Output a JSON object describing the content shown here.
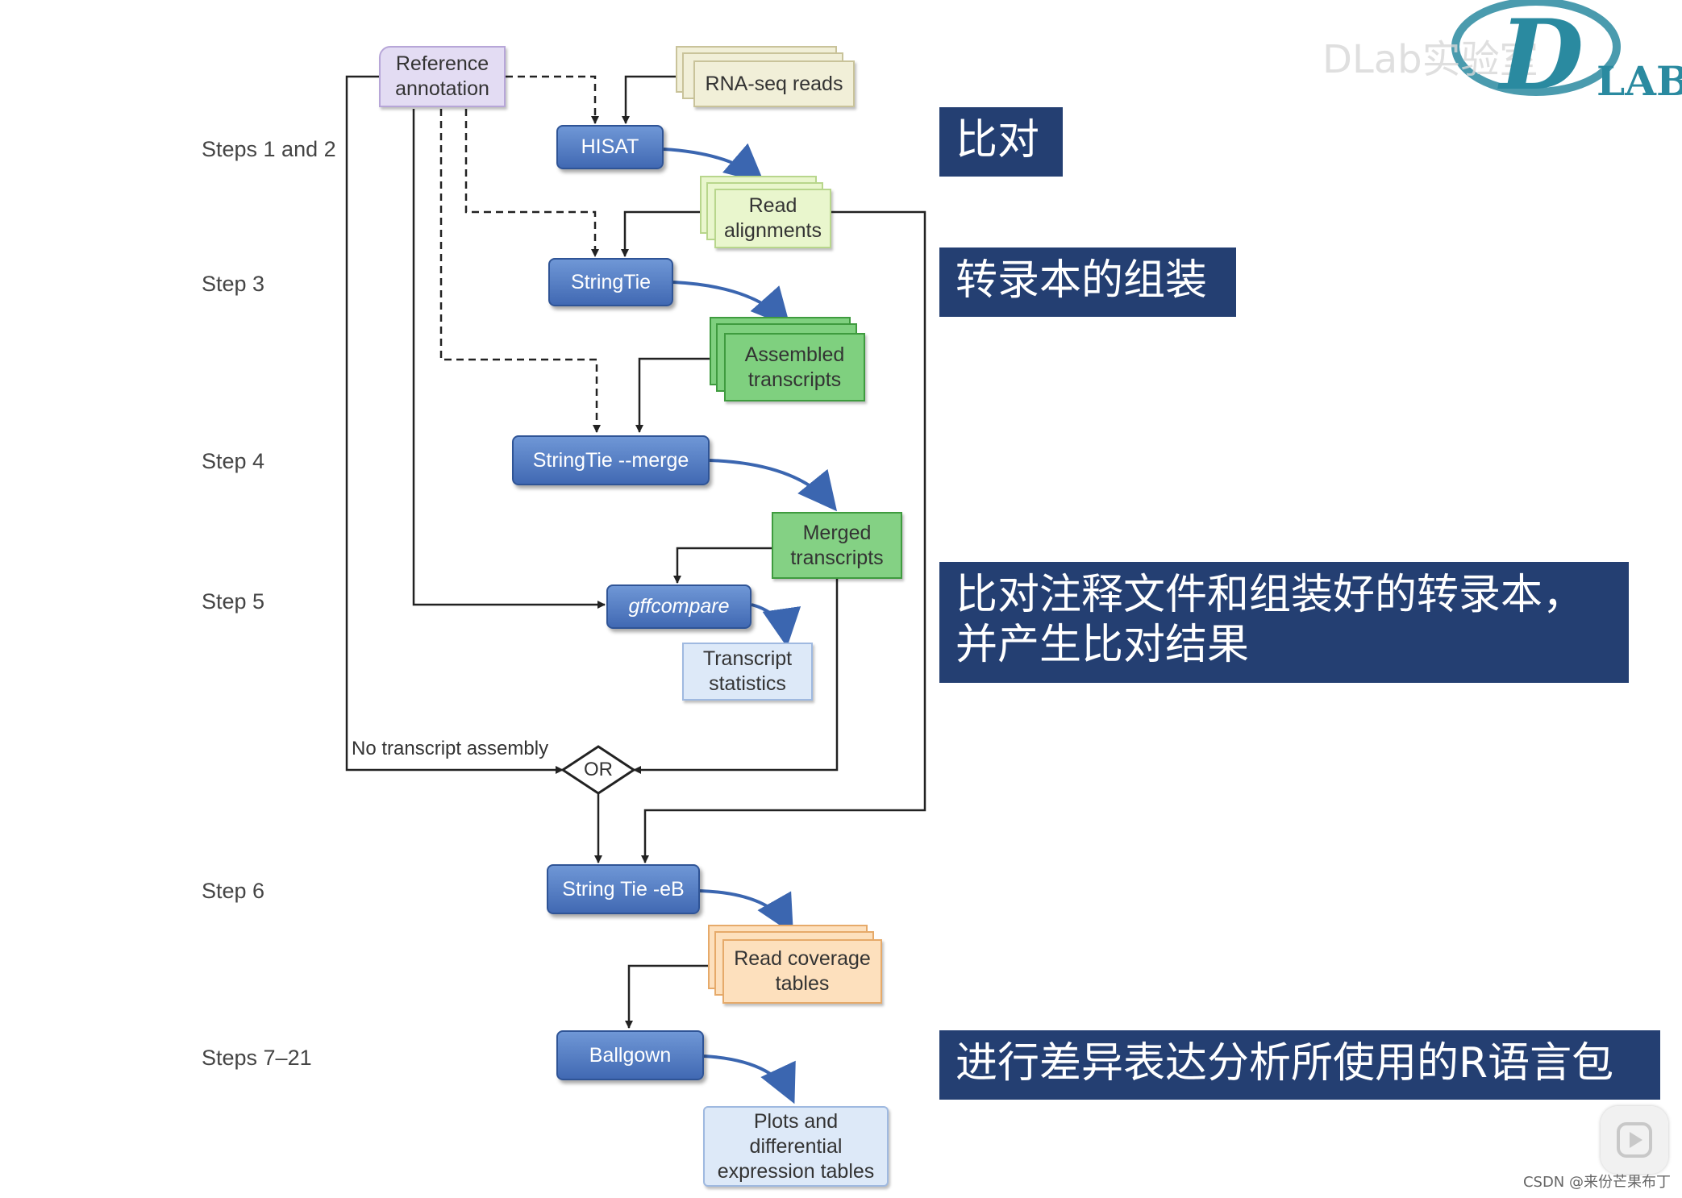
{
  "steps": {
    "s12": "Steps 1 and 2",
    "s3": "Step 3",
    "s4": "Step 4",
    "s5": "Step 5",
    "s6": "Step 6",
    "s721": "Steps 7–21"
  },
  "nodes": {
    "ref": "Reference\nannotation",
    "rnaseq": "RNA-seq reads",
    "hisat": "HISAT",
    "readaln": "Read\nalignments",
    "stringtie": "StringTie",
    "assembled": "Assembled\ntranscripts",
    "merge": "StringTie --merge",
    "merged": "Merged\ntranscripts",
    "gffcompare": "gffcompare",
    "tstats": "Transcript\nstatistics",
    "eb": "String Tie -eB",
    "coverage": "Read coverage\ntables",
    "ballgown": "Ballgown",
    "plots": "Plots and\ndifferential\nexpression tables"
  },
  "decision": {
    "label": "OR",
    "branch_label": "No transcript assembly"
  },
  "notes": {
    "align": "比对",
    "assembly": "转录本的组装",
    "compare": "比对注释文件和组装好的转录本，\n并产生比对结果",
    "de": "进行差异表达分析所使用的R语言包"
  },
  "logo": {
    "letter": "D",
    "text": "LAB",
    "faded_text": "DLab实验室"
  },
  "watermark": "CSDN @来份芒果布丁",
  "icons": {
    "play": "play-icon"
  },
  "colors": {
    "process": "#4a72bb",
    "note_bg": "#243f72",
    "ref_fill": "#e3dcf3",
    "rnaseq_fill": "#f1efd8",
    "readaln_fill": "#e9f6cd",
    "assembled_fill": "#7fd07f",
    "merged_fill": "#84d184",
    "tstats_fill": "#dde9f8",
    "coverage_fill": "#fde0bd",
    "plots_fill": "#dde9f8"
  }
}
